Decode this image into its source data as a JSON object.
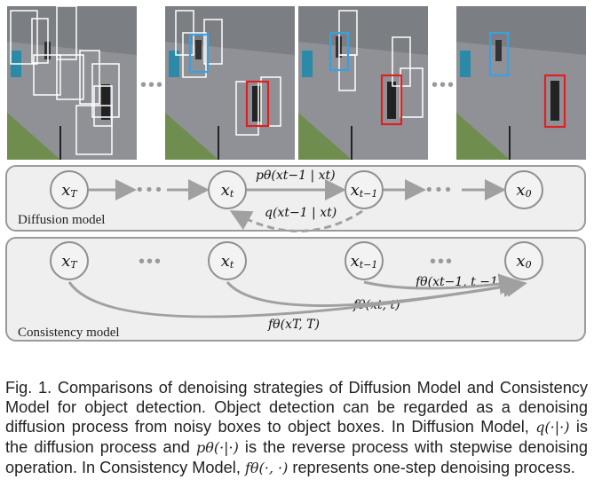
{
  "image_row": {
    "dots": "•••",
    "dots2": "•••"
  },
  "diffusion_panel": {
    "label": "Diffusion model",
    "nodes": {
      "xT": {
        "base": "x",
        "sub": "T"
      },
      "xt": {
        "base": "x",
        "sub": "t"
      },
      "xt1": {
        "base": "x",
        "sub": "t−1"
      },
      "x0": {
        "base": "x",
        "sub": "0"
      }
    },
    "forward_label": "pθ(xt−1 | xt)",
    "reverse_label": "q(xt−1 | xt)"
  },
  "consistency_panel": {
    "label": "Consistency  model",
    "f1": "fθ(xt−1, t −1)",
    "f2": "fθ(xt, t)",
    "f3": "fθ(xT, T)"
  },
  "caption": {
    "p1": "Fig. 1. Comparisons of denoising strategies of Diffusion Model and Consistency Model for object detection. Object detection can be regarded as a denoising diffusion process from noisy boxes to object boxes. In Diffusion Model, ",
    "m1": "q(·|·)",
    "p2": " is the diffusion process and ",
    "m2": "pθ(·|·)",
    "p3": " is the reverse process with stepwise denoising operation. In Consistency Model, ",
    "m3": "fθ(·, ·)",
    "p4": " represents one-step denoising process."
  },
  "colors": {
    "pred_box": "#e02020",
    "gt_box": "#3aa0e0",
    "noisy_box": "#ffffff",
    "arrow": "#a0a0a0"
  }
}
